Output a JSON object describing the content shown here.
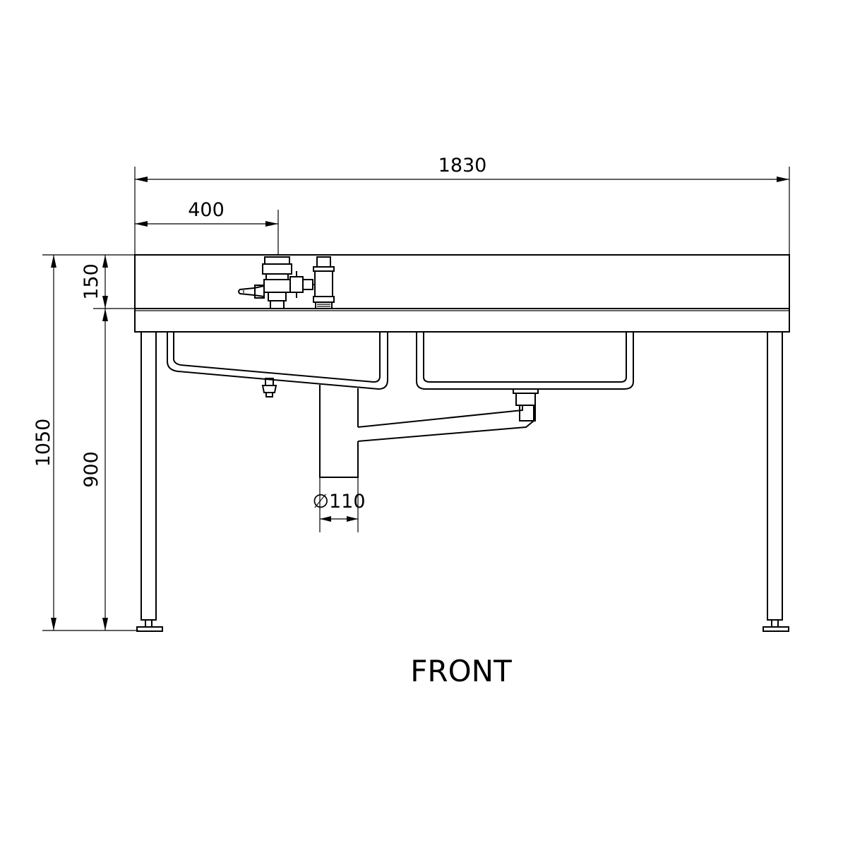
{
  "drawing": {
    "view_label": "FRONT",
    "dimensions": {
      "overall_width": "1830",
      "tap_offset": "400",
      "overall_height": "1050",
      "upstand_height": "150",
      "bench_height": "900",
      "waste_diameter": "∅110"
    }
  }
}
